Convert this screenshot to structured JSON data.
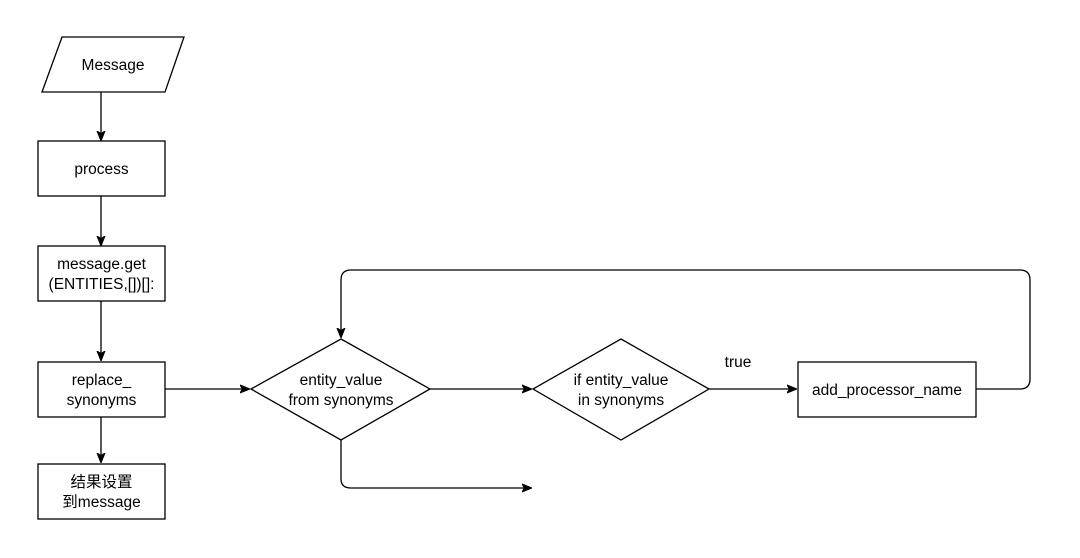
{
  "nodes": {
    "message": {
      "line1": "Message"
    },
    "process": {
      "line1": "process"
    },
    "message_get": {
      "line1": "message.get",
      "line2": "(ENTITIES,[])[]:"
    },
    "replace_synonyms": {
      "line1": "replace_",
      "line2": "synonyms"
    },
    "result_to_message": {
      "line1": "结果设置",
      "line2": "到message"
    },
    "entity_value_from_synonyms": {
      "line1": "entity_value",
      "line2": "from synonyms"
    },
    "if_entity_value_in_synonyms": {
      "line1": "if entity_value",
      "line2": "in synonyms"
    },
    "add_processor_name": {
      "line1": "add_processor_name"
    }
  },
  "edges": {
    "true_label": "true"
  },
  "colors": {
    "stroke": "#000000",
    "fill": "#ffffff"
  }
}
